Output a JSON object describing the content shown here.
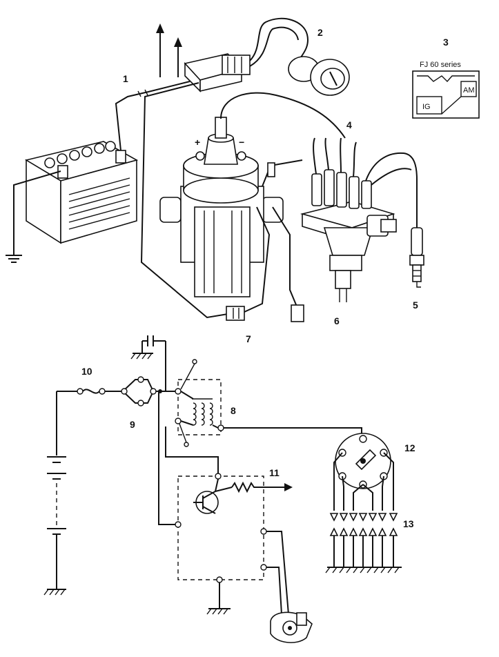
{
  "labels": {
    "l1": "1",
    "l2": "2",
    "l3": "3",
    "l4": "4",
    "l5": "5",
    "l6": "6",
    "l7": "7",
    "l8": "8",
    "l9": "9",
    "l10": "10",
    "l11": "11",
    "l12": "12",
    "l13": "13"
  },
  "fuse_box": {
    "title": "FJ 60 series",
    "am": "AM",
    "ig": "IG"
  },
  "coil_terminals": {
    "plus": "+",
    "minus": "−"
  }
}
